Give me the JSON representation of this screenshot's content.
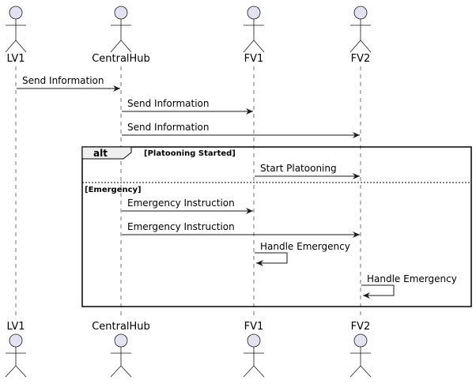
{
  "colors": {
    "actor_fill": "#E2E2F0",
    "actor_stroke": "#181818",
    "lifeline": "#181818",
    "background": "#FFFFFF"
  },
  "participants": [
    {
      "id": "LV1",
      "label": "LV1"
    },
    {
      "id": "CentralHub",
      "label": "CentralHub"
    },
    {
      "id": "FV1",
      "label": "FV1"
    },
    {
      "id": "FV2",
      "label": "FV2"
    }
  ],
  "messages": [
    {
      "from": "LV1",
      "to": "CentralHub",
      "label": "Send Information"
    },
    {
      "from": "CentralHub",
      "to": "FV1",
      "label": "Send Information"
    },
    {
      "from": "CentralHub",
      "to": "FV2",
      "label": "Send Information"
    },
    {
      "from": "FV1",
      "to": "FV2",
      "label": "Start Platooning"
    },
    {
      "from": "CentralHub",
      "to": "FV1",
      "label": "Emergency Instruction"
    },
    {
      "from": "CentralHub",
      "to": "FV2",
      "label": "Emergency Instruction"
    },
    {
      "from": "FV1",
      "to": "FV1",
      "label": "Handle Emergency"
    },
    {
      "from": "FV2",
      "to": "FV2",
      "label": "Handle Emergency"
    }
  ],
  "fragment": {
    "keyword": "alt",
    "condition": "[Platooning Started]",
    "else_condition": "[Emergency]"
  }
}
